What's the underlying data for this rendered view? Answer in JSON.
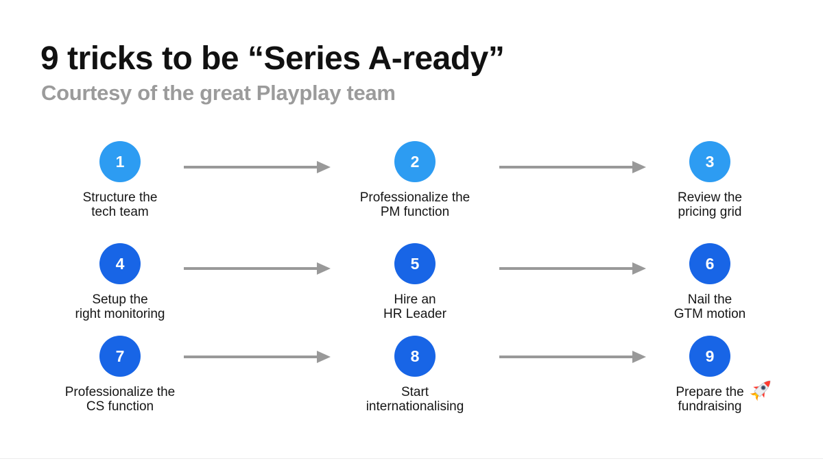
{
  "header": {
    "title": "9 tricks to be “Series A-ready”",
    "subtitle": "Courtesy of the great Playplay team"
  },
  "colors": {
    "step_blue_light": "#2D9CF2",
    "step_blue_dark": "#1865E6",
    "arrow_gray": "#999999",
    "subtitle_gray": "#9B9B9B",
    "title_text": "#111111"
  },
  "steps": [
    {
      "number": "1",
      "line1": "Structure the",
      "line2": "tech team"
    },
    {
      "number": "2",
      "line1": "Professionalize the",
      "line2": "PM function"
    },
    {
      "number": "3",
      "line1": "Review the",
      "line2": "pricing grid"
    },
    {
      "number": "4",
      "line1": "Setup the",
      "line2": "right monitoring"
    },
    {
      "number": "5",
      "line1": "Hire an",
      "line2": "HR Leader"
    },
    {
      "number": "6",
      "line1": "Nail the",
      "line2": "GTM motion"
    },
    {
      "number": "7",
      "line1": "Professionalize the",
      "line2": "CS function"
    },
    {
      "number": "8",
      "line1": "Start",
      "line2": "internationalising"
    },
    {
      "number": "9",
      "line1": "Prepare the",
      "line2": "fundraising",
      "icon": "rocket-emoji"
    }
  ]
}
